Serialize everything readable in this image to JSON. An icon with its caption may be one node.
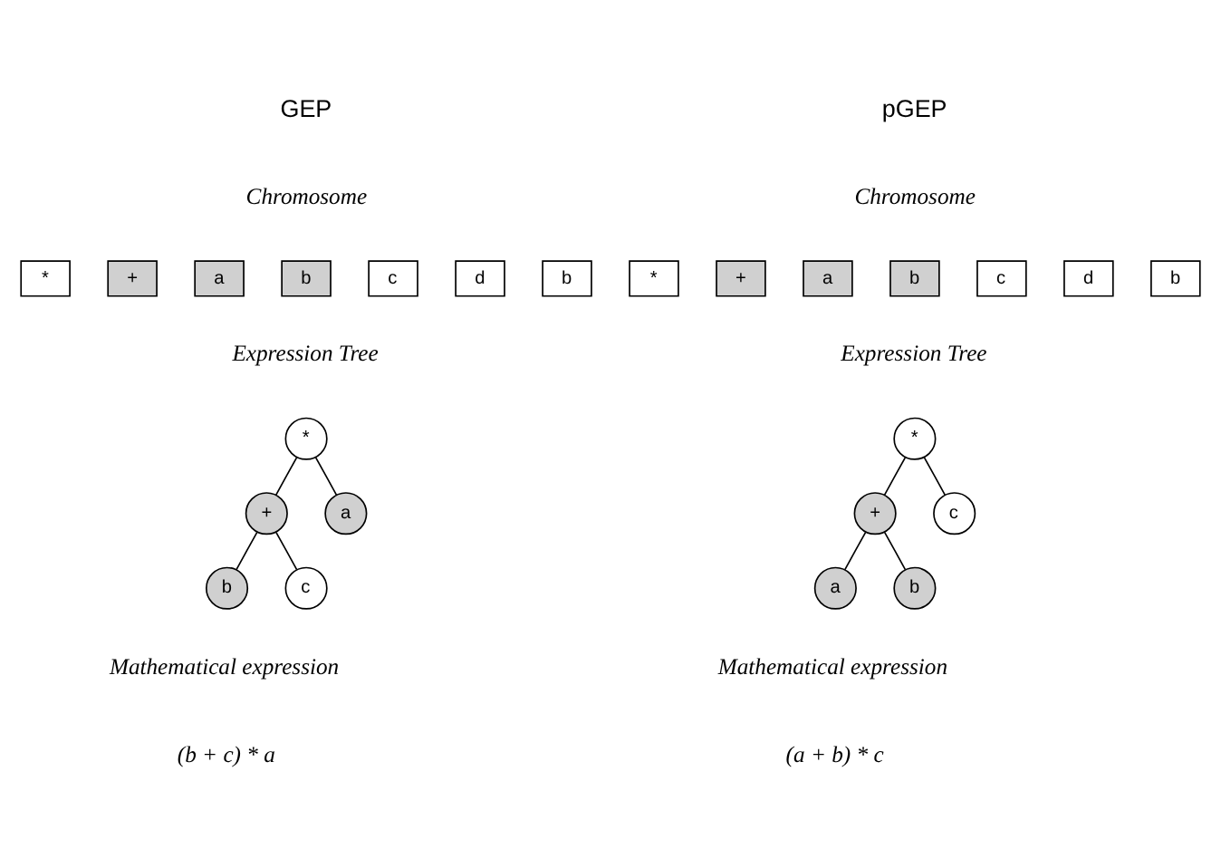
{
  "diagram": {
    "nodes": [
      {
        "text": [
          "*"
        ]
      },
      {
        "text": [
          "+"
        ]
      },
      {
        "text": [
          "a"
        ]
      },
      {
        "text": [
          "b"
        ]
      },
      {
        "text": [
          "c"
        ]
      },
      {
        "text": [
          "d"
        ]
      },
      {
        "text": [
          "b"
        ]
      },
      {
        "text": [
          "*"
        ]
      },
      {
        "text": [
          "+"
        ]
      },
      {
        "text": [
          "a"
        ]
      },
      {
        "text": [
          "b"
        ]
      },
      {
        "text": [
          "c"
        ]
      },
      {
        "text": [
          "*"
        ]
      },
      {
        "text": [
          "+"
        ]
      },
      {
        "text": [
          "a"
        ]
      },
      {
        "text": [
          "b"
        ]
      },
      {
        "text": [
          "c"
        ]
      },
      {
        "text": [
          "d"
        ]
      },
      {
        "text": [
          "b"
        ]
      },
      {
        "text": [
          "*"
        ]
      },
      {
        "text": [
          "+"
        ]
      },
      {
        "text": [
          "c"
        ]
      },
      {
        "text": [
          "a"
        ]
      },
      {
        "text": [
          "b"
        ]
      }
    ],
    "edges": [
      {
        "from": 7,
        "to": 8,
        "arrow": "none"
      },
      {
        "from": 7,
        "to": 9,
        "arrow": "none"
      },
      {
        "from": 8,
        "to": 10,
        "arrow": "none"
      },
      {
        "from": 8,
        "to": 11,
        "arrow": "none"
      },
      {
        "from": 19,
        "to": 20,
        "arrow": "none"
      },
      {
        "from": 19,
        "to": 21,
        "arrow": "none"
      },
      {
        "from": 20,
        "to": 22,
        "arrow": "none"
      },
      {
        "from": 20,
        "to": 23,
        "arrow": "none"
      }
    ],
    "labels": [
      "GEP",
      "pGEP",
      "Chromosome",
      "Chromosome",
      "Expression Tree",
      "Expression Tree",
      "Mathematical expression",
      "Mathematical expression",
      "(b + c) * a",
      "(a + b) * c"
    ]
  }
}
